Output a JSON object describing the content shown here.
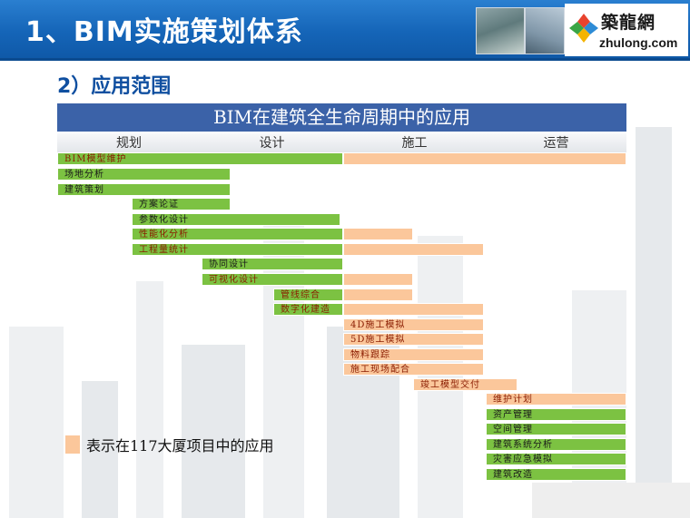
{
  "header": {
    "title": "1、BIM实施策划体系",
    "logo_cn": "築龍網",
    "logo_en": "zhulong.com"
  },
  "section_title": "2）应用范围",
  "diagram": {
    "title": "BIM在建筑全生命周期中的应用",
    "phases": [
      "规划",
      "设计",
      "施工",
      "运营"
    ],
    "items": [
      {
        "label": "BIM模型维护",
        "style": "gred"
      },
      {
        "label": "场地分析",
        "style": "g"
      },
      {
        "label": "建筑策划",
        "style": "g"
      },
      {
        "label": "方案论证",
        "style": "g"
      },
      {
        "label": "参数化设计",
        "style": "g"
      },
      {
        "label": "性能化分析",
        "style": "gred"
      },
      {
        "label": "工程量统计",
        "style": "gred"
      },
      {
        "label": "协同设计",
        "style": "g"
      },
      {
        "label": "可视化设计",
        "style": "gred"
      },
      {
        "label": "管线综合",
        "style": "gred"
      },
      {
        "label": "数字化建造",
        "style": "gred"
      },
      {
        "label": "4D施工模拟",
        "style": "o"
      },
      {
        "label": "5D施工模拟",
        "style": "o"
      },
      {
        "label": "物料跟踪",
        "style": "o"
      },
      {
        "label": "施工现场配合",
        "style": "o"
      },
      {
        "label": "竣工模型交付",
        "style": "o"
      },
      {
        "label": "维护计划",
        "style": "o"
      },
      {
        "label": "资产管理",
        "style": "g"
      },
      {
        "label": "空间管理",
        "style": "g"
      },
      {
        "label": "建筑系统分析",
        "style": "g"
      },
      {
        "label": "灾害应急模拟",
        "style": "g"
      },
      {
        "label": "建筑改造",
        "style": "g"
      }
    ],
    "legend": "表示在117大厦项目中的应用",
    "colors": {
      "header_blue": "#1565b8",
      "title_bar": "#3b62a8",
      "green": "#7cc242",
      "orange": "#fbc79b",
      "subtitle_blue": "#0f4fa0"
    }
  }
}
